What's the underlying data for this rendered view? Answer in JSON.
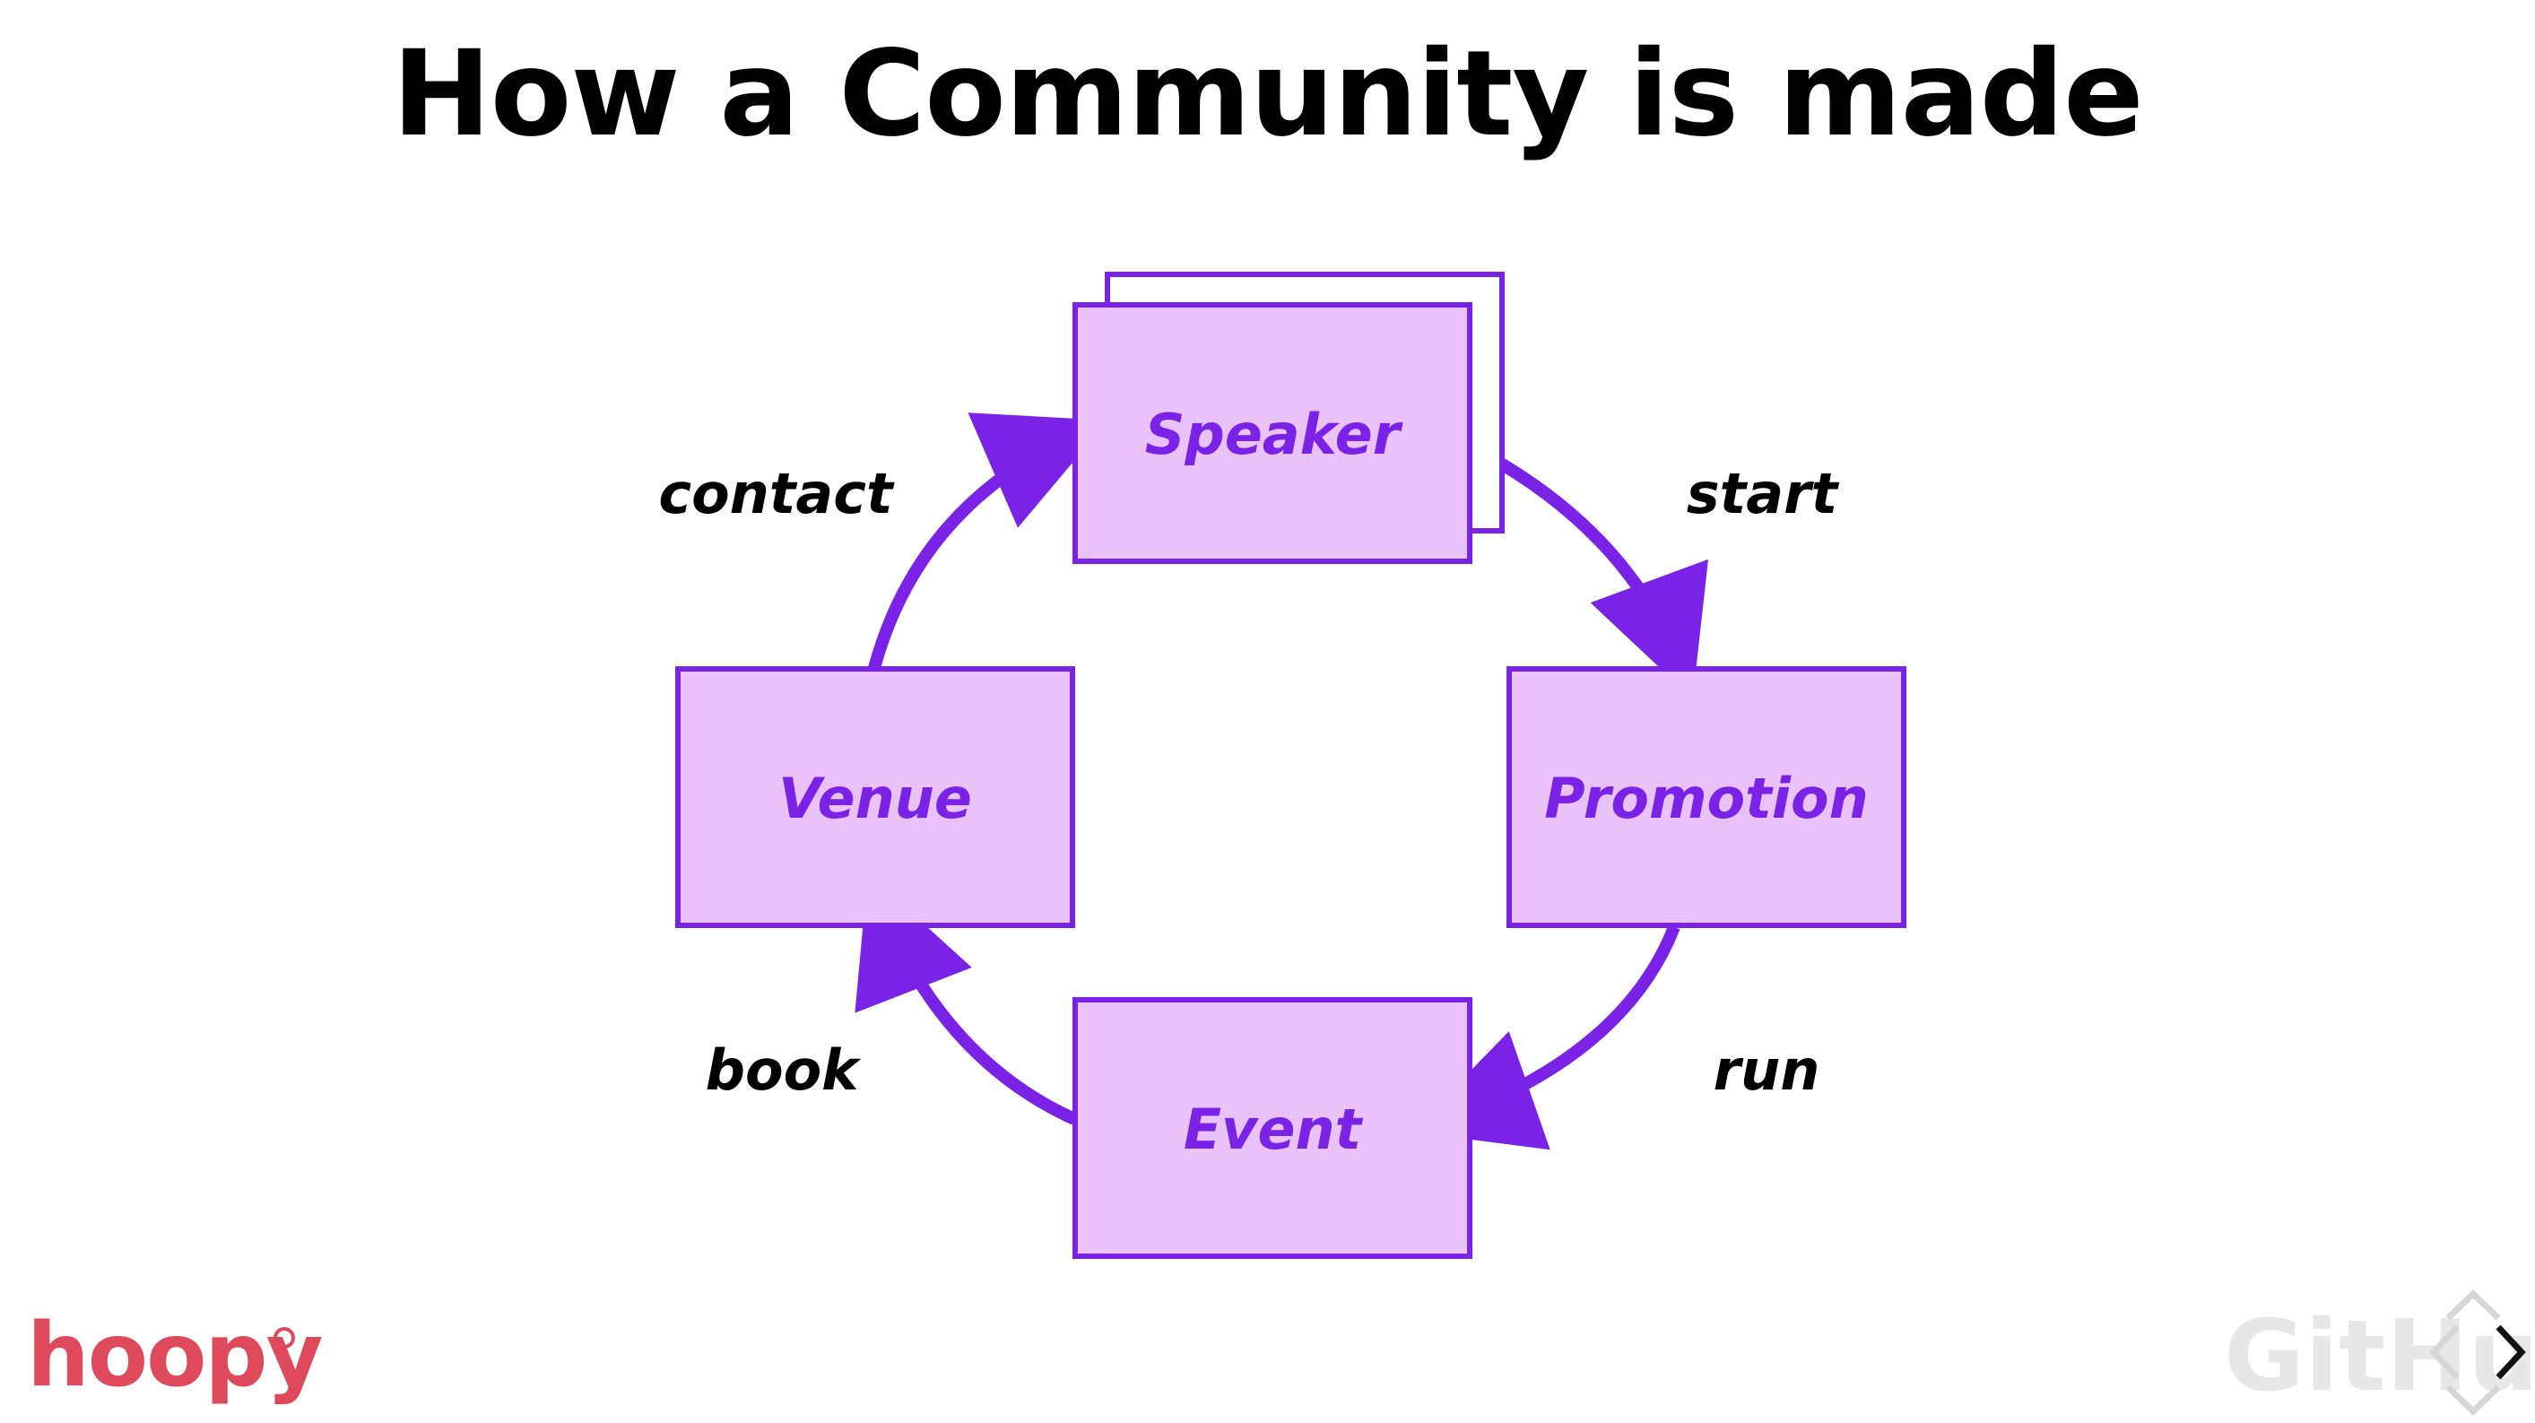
{
  "slide": {
    "title": "How a Community is made"
  },
  "diagram": {
    "nodes": {
      "speaker": "Speaker",
      "promotion": "Promotion",
      "event": "Event",
      "venue": "Venue"
    },
    "edges": {
      "start": "start",
      "run": "run",
      "book": "book",
      "contact": "contact"
    },
    "colors": {
      "box_fill": "#e9c2f9",
      "stroke": "#7a22e6",
      "label": "#7a22e6"
    }
  },
  "footer": {
    "logo": "hoopy",
    "watermark": "GitHub"
  },
  "nav": {
    "next_icon": "chevron-right-icon",
    "up_icon": "chevron-up-icon",
    "down_icon": "chevron-down-icon"
  }
}
